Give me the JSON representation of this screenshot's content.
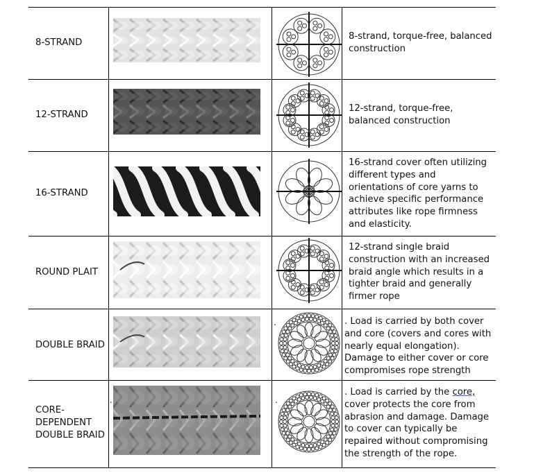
{
  "rows": [
    {
      "name_lines": [
        "8-STRAND"
      ],
      "description": "8-strand, torque-free, balanced construction",
      "rope_shade": "#e2e2e2",
      "rope_style": "solid"
    },
    {
      "name_lines": [
        "12-STRAND"
      ],
      "description": "12-strand, torque-free, balanced construction",
      "rope_shade": "#555555",
      "rope_style": "solid"
    },
    {
      "name_lines": [
        "16-STRAND"
      ],
      "description": "16-strand cover often utilizing different types and orientations of core yarns to achieve specific performance attributes like rope firmness and elasticity.",
      "rope_shade": "#1c1c1c",
      "rope_style": "spiral"
    },
    {
      "name_lines": [
        "ROUND PLAIT"
      ],
      "description": "12-strand single braid construction with an increased braid angle which results in a tighter braid and generally firmer rope",
      "rope_shade": "#ececec",
      "rope_style": "solid"
    },
    {
      "name_lines": [
        "DOUBLE BRAID"
      ],
      "description": ". Load is carried by both cover and core (covers and cores with nearly equal elongation). Damage to either cover or core compromises rope strength",
      "rope_shade": "#cfcfcf",
      "rope_style": "solid"
    },
    {
      "name_lines": [
        "CORE-",
        "DEPENDENT",
        "DOUBLE BRAID"
      ],
      "description_pre": ". Load is carried by the ",
      "description_link": "core,",
      "description_post": " cover protects the core from abrasion and damage. Damage to cover can typically be repaired without compromising the strength of the rope.",
      "rope_shade": "#8d8d8d",
      "rope_style": "solid"
    }
  ],
  "crosssection_icons": [
    "eight-strand-cross-section-icon",
    "twelve-strand-cross-section-icon",
    "sixteen-strand-cross-section-icon",
    "round-plait-cross-section-icon",
    "double-braid-cross-section-icon",
    "core-dependent-cross-section-icon"
  ],
  "stray_marks": {
    "dot": "."
  }
}
